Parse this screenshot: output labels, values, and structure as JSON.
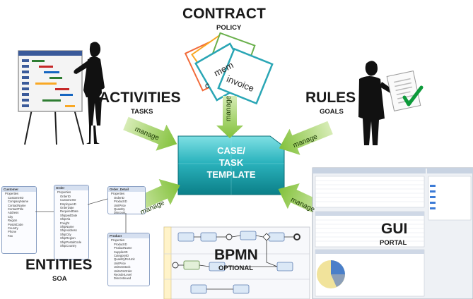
{
  "contract": {
    "title": "CONTRACT",
    "subtitle": "POLICY",
    "doc_labels": [
      "mem",
      "invoice",
      "c"
    ]
  },
  "activities": {
    "title": "ACTIVITIES",
    "subtitle": "TASKS"
  },
  "rules": {
    "title": "RULES",
    "subtitle": "GOALS"
  },
  "entities": {
    "title": "ENTITIES",
    "subtitle": "SOA"
  },
  "bpmn": {
    "title": "BPMN",
    "subtitle": "OPTIONAL"
  },
  "gui": {
    "title": "GUI",
    "subtitle": "PORTAL"
  },
  "center": {
    "line1": "CASE/",
    "line2": "TASK",
    "line3": "TEMPLATE"
  },
  "arrows": {
    "label": "manage"
  },
  "entity_tables": {
    "customer": {
      "name": "Customer",
      "section": "Properties",
      "fields": [
        "CustomerID",
        "CompanyName",
        "ContactName",
        "ContactTitle",
        "Address",
        "City",
        "Region",
        "PostalCode",
        "Country",
        "Phone",
        "Fax"
      ]
    },
    "order": {
      "name": "Order",
      "section": "Properties",
      "fields": [
        "OrderID",
        "CustomerID",
        "EmployeeID",
        "OrderDate",
        "RequiredDate",
        "ShippedDate",
        "ShipVia",
        "Freight",
        "ShipName",
        "ShipAddress",
        "ShipCity",
        "ShipRegion",
        "ShipPostalCode",
        "ShipCountry"
      ]
    },
    "order_detail": {
      "name": "Order_Detail",
      "section": "Properties",
      "fields": [
        "OrderID",
        "ProductID",
        "UnitPrice",
        "Quantity",
        "Discount"
      ]
    },
    "product": {
      "name": "Product",
      "section": "Properties",
      "fields": [
        "ProductID",
        "ProductName",
        "SupplierID",
        "CategoryID",
        "QuantityPerUnit",
        "UnitPrice",
        "UnitsInStock",
        "UnitsOnOrder",
        "ReorderLevel",
        "Discontinued"
      ]
    }
  },
  "colors": {
    "arrow": "#8dc63f",
    "arrow_light": "#c5e39a",
    "center_top": "#5fd0d6",
    "center_bottom": "#0f8c96",
    "docs": [
      "#f26b3a",
      "#2aa6b5",
      "#6ab04c"
    ]
  }
}
